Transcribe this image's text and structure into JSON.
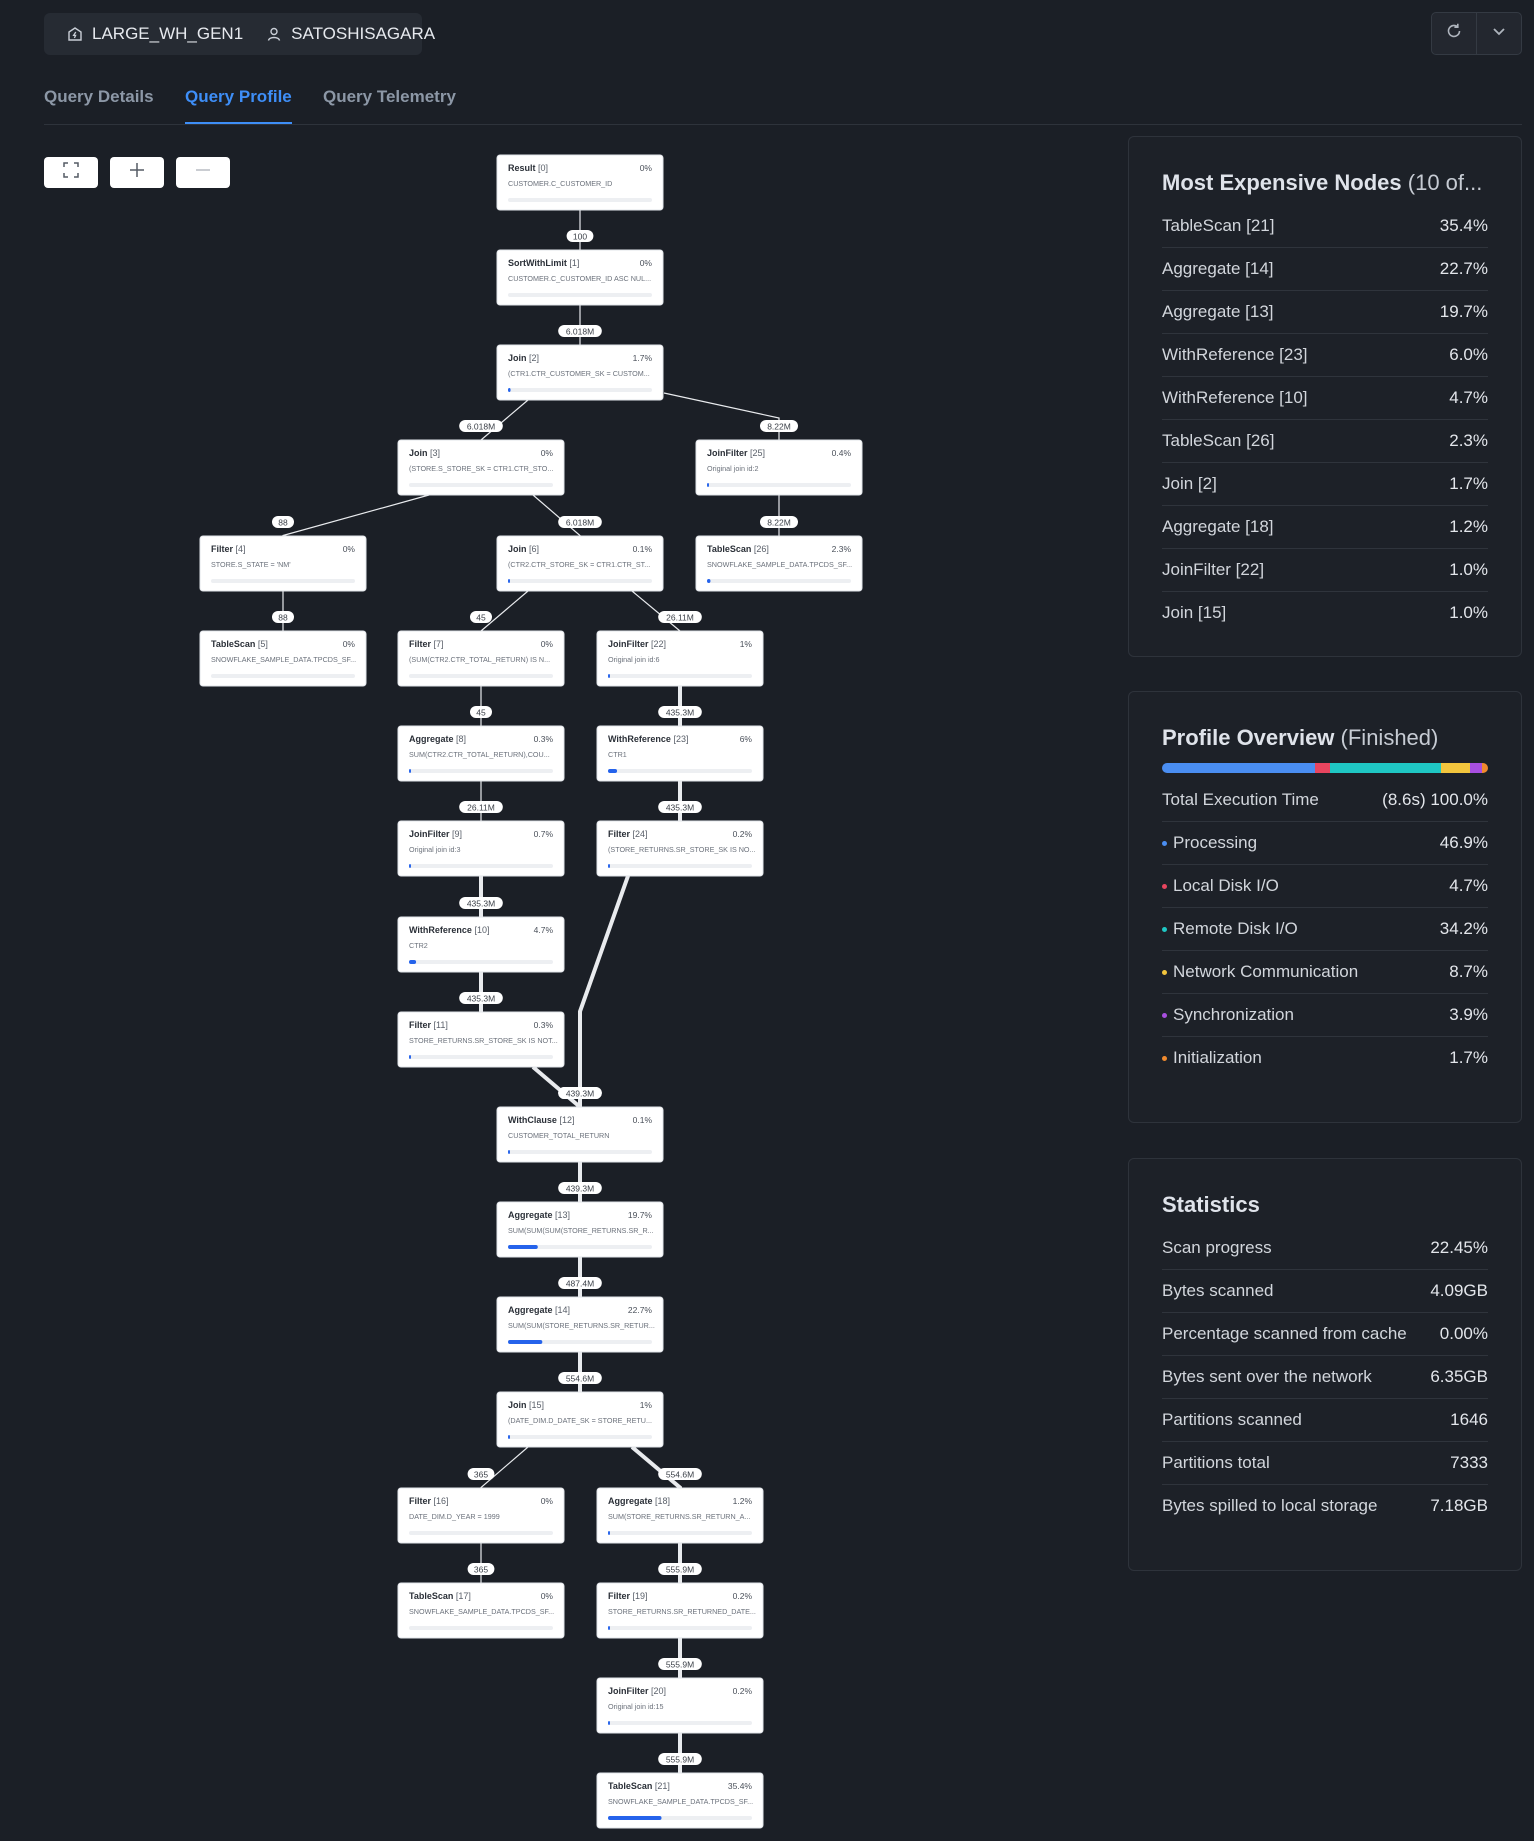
{
  "header": {
    "warehouse": "LARGE_WH_GEN1",
    "user": "SATOSHISAGARA"
  },
  "tabs": [
    {
      "label": "Query Details",
      "active": false
    },
    {
      "label": "Query Profile",
      "active": true
    },
    {
      "label": "Query Telemetry",
      "active": false
    }
  ],
  "toolbar": {
    "icons": [
      "expand-icon",
      "zoom-in-icon",
      "zoom-out-icon"
    ]
  },
  "graph": {
    "nodes": [
      {
        "id": 0,
        "title": "Result",
        "pct": "0%",
        "detail": "CUSTOMER.C_CUSTOMER_ID",
        "frac": 0.0
      },
      {
        "id": 1,
        "title": "SortWithLimit",
        "pct": "0%",
        "detail": "CUSTOMER.C_CUSTOMER_ID ASC NUL...",
        "frac": 0.0
      },
      {
        "id": 2,
        "title": "Join",
        "pct": "1.7%",
        "detail": "(CTR1.CTR_CUSTOMER_SK = CUSTOM...",
        "frac": 0.017
      },
      {
        "id": 3,
        "title": "Join",
        "pct": "0%",
        "detail": "(STORE.S_STORE_SK = CTR1.CTR_STO...",
        "frac": 0.0
      },
      {
        "id": 25,
        "title": "JoinFilter",
        "pct": "0.4%",
        "detail": "Original join id:2",
        "frac": 0.004
      },
      {
        "id": 4,
        "title": "Filter",
        "pct": "0%",
        "detail": "STORE.S_STATE = 'NM'",
        "frac": 0.0
      },
      {
        "id": 6,
        "title": "Join",
        "pct": "0.1%",
        "detail": "(CTR2.CTR_STORE_SK = CTR1.CTR_ST...",
        "frac": 0.001
      },
      {
        "id": 26,
        "title": "TableScan",
        "pct": "2.3%",
        "detail": "SNOWFLAKE_SAMPLE_DATA.TPCDS_SF...",
        "frac": 0.023
      },
      {
        "id": 5,
        "title": "TableScan",
        "pct": "0%",
        "detail": "SNOWFLAKE_SAMPLE_DATA.TPCDS_SF...",
        "frac": 0.0
      },
      {
        "id": 7,
        "title": "Filter",
        "pct": "0%",
        "detail": "(SUM(CTR2.CTR_TOTAL_RETURN) IS N...",
        "frac": 0.0
      },
      {
        "id": 22,
        "title": "JoinFilter",
        "pct": "1%",
        "detail": "Original join id:6",
        "frac": 0.01
      },
      {
        "id": 8,
        "title": "Aggregate",
        "pct": "0.3%",
        "detail": "SUM(CTR2.CTR_TOTAL_RETURN),COU...",
        "frac": 0.003
      },
      {
        "id": 23,
        "title": "WithReference",
        "pct": "6%",
        "detail": "CTR1",
        "frac": 0.06
      },
      {
        "id": 9,
        "title": "JoinFilter",
        "pct": "0.7%",
        "detail": "Original join id:3",
        "frac": 0.007
      },
      {
        "id": 24,
        "title": "Filter",
        "pct": "0.2%",
        "detail": "(STORE_RETURNS.SR_STORE_SK IS NO...",
        "frac": 0.002
      },
      {
        "id": 10,
        "title": "WithReference",
        "pct": "4.7%",
        "detail": "CTR2",
        "frac": 0.047
      },
      {
        "id": 11,
        "title": "Filter",
        "pct": "0.3%",
        "detail": "STORE_RETURNS.SR_STORE_SK IS NOT...",
        "frac": 0.003
      },
      {
        "id": 12,
        "title": "WithClause",
        "pct": "0.1%",
        "detail": "CUSTOMER_TOTAL_RETURN",
        "frac": 0.001
      },
      {
        "id": 13,
        "title": "Aggregate",
        "pct": "19.7%",
        "detail": "SUM(SUM(SUM(STORE_RETURNS.SR_R...",
        "frac": 0.197
      },
      {
        "id": 14,
        "title": "Aggregate",
        "pct": "22.7%",
        "detail": "SUM(SUM(STORE_RETURNS.SR_RETUR...",
        "frac": 0.227
      },
      {
        "id": 15,
        "title": "Join",
        "pct": "1%",
        "detail": "(DATE_DIM.D_DATE_SK = STORE_RETU...",
        "frac": 0.01
      },
      {
        "id": 16,
        "title": "Filter",
        "pct": "0%",
        "detail": "DATE_DIM.D_YEAR = 1999",
        "frac": 0.0
      },
      {
        "id": 18,
        "title": "Aggregate",
        "pct": "1.2%",
        "detail": "SUM(STORE_RETURNS.SR_RETURN_A...",
        "frac": 0.012
      },
      {
        "id": 17,
        "title": "TableScan",
        "pct": "0%",
        "detail": "SNOWFLAKE_SAMPLE_DATA.TPCDS_SF...",
        "frac": 0.0
      },
      {
        "id": 19,
        "title": "Filter",
        "pct": "0.2%",
        "detail": "STORE_RETURNS.SR_RETURNED_DATE...",
        "frac": 0.002
      },
      {
        "id": 20,
        "title": "JoinFilter",
        "pct": "0.2%",
        "detail": "Original join id:15",
        "frac": 0.002
      },
      {
        "id": 21,
        "title": "TableScan",
        "pct": "35.4%",
        "detail": "SNOWFLAKE_SAMPLE_DATA.TPCDS_SF...",
        "frac": 0.354
      }
    ],
    "edges": [
      {
        "from": 1,
        "to": 0,
        "label": "100"
      },
      {
        "from": 2,
        "to": 1,
        "label": "6.018M"
      },
      {
        "from": 3,
        "to": 2,
        "label": "6.018M"
      },
      {
        "from": 25,
        "to": 2,
        "label": "8.22M"
      },
      {
        "from": 4,
        "to": 3,
        "label": "88"
      },
      {
        "from": 6,
        "to": 3,
        "label": "6.018M"
      },
      {
        "from": 26,
        "to": 25,
        "label": "8.22M"
      },
      {
        "from": 5,
        "to": 4,
        "label": "88"
      },
      {
        "from": 7,
        "to": 6,
        "label": "45"
      },
      {
        "from": 22,
        "to": 6,
        "label": "26.11M"
      },
      {
        "from": 8,
        "to": 7,
        "label": "45"
      },
      {
        "from": 23,
        "to": 22,
        "label": "435.3M"
      },
      {
        "from": 9,
        "to": 8,
        "label": "26.11M"
      },
      {
        "from": 24,
        "to": 23,
        "label": "435.3M"
      },
      {
        "from": 10,
        "to": 9,
        "label": "435.3M"
      },
      {
        "from": 11,
        "to": 10,
        "label": "435.3M"
      },
      {
        "from": 12,
        "to": 11,
        "label": "439.3M"
      },
      {
        "from": 12,
        "to": 24,
        "label": "439.3M"
      },
      {
        "from": 13,
        "to": 12,
        "label": "439.3M"
      },
      {
        "from": 14,
        "to": 13,
        "label": "487.4M"
      },
      {
        "from": 15,
        "to": 14,
        "label": "554.6M"
      },
      {
        "from": 16,
        "to": 15,
        "label": "365"
      },
      {
        "from": 18,
        "to": 15,
        "label": "554.6M"
      },
      {
        "from": 17,
        "to": 16,
        "label": "365"
      },
      {
        "from": 19,
        "to": 18,
        "label": "555.9M"
      },
      {
        "from": 20,
        "to": 19,
        "label": "555.9M"
      },
      {
        "from": 21,
        "to": 20,
        "label": "555.9M"
      }
    ]
  },
  "expensive": {
    "title": "Most Expensive Nodes",
    "subtitle": "(10 of...",
    "rows": [
      {
        "label": "TableScan [21]",
        "value": "35.4%"
      },
      {
        "label": "Aggregate [14]",
        "value": "22.7%"
      },
      {
        "label": "Aggregate [13]",
        "value": "19.7%"
      },
      {
        "label": "WithReference [23]",
        "value": "6.0%"
      },
      {
        "label": "WithReference [10]",
        "value": "4.7%"
      },
      {
        "label": "TableScan [26]",
        "value": "2.3%"
      },
      {
        "label": "Join [2]",
        "value": "1.7%"
      },
      {
        "label": "Aggregate [18]",
        "value": "1.2%"
      },
      {
        "label": "JoinFilter [22]",
        "value": "1.0%"
      },
      {
        "label": "Join [15]",
        "value": "1.0%"
      }
    ]
  },
  "overview": {
    "title": "Profile Overview",
    "subtitle": "(Finished)",
    "total": {
      "label": "Total Execution Time",
      "value": "(8.6s) 100.0%"
    },
    "rows": [
      {
        "label": "Processing",
        "value": "46.9%",
        "frac": 0.469,
        "color": "#4a8ef2"
      },
      {
        "label": "Local Disk I/O",
        "value": "4.7%",
        "frac": 0.047,
        "color": "#e8455f"
      },
      {
        "label": "Remote Disk I/O",
        "value": "34.2%",
        "frac": 0.342,
        "color": "#1fc7c4"
      },
      {
        "label": "Network Communication",
        "value": "8.7%",
        "frac": 0.087,
        "color": "#f2c53d"
      },
      {
        "label": "Synchronization",
        "value": "3.9%",
        "frac": 0.039,
        "color": "#a84fe0"
      },
      {
        "label": "Initialization",
        "value": "1.7%",
        "frac": 0.017,
        "color": "#f08a2e"
      }
    ]
  },
  "statistics": {
    "title": "Statistics",
    "rows": [
      {
        "label": "Scan progress",
        "value": "22.45%"
      },
      {
        "label": "Bytes scanned",
        "value": "4.09GB"
      },
      {
        "label": "Percentage scanned from cache",
        "value": "0.00%"
      },
      {
        "label": "Bytes sent over the network",
        "value": "6.35GB"
      },
      {
        "label": "Partitions scanned",
        "value": "1646"
      },
      {
        "label": "Partitions total",
        "value": "7333"
      },
      {
        "label": "Bytes spilled to local storage",
        "value": "7.18GB"
      }
    ]
  }
}
